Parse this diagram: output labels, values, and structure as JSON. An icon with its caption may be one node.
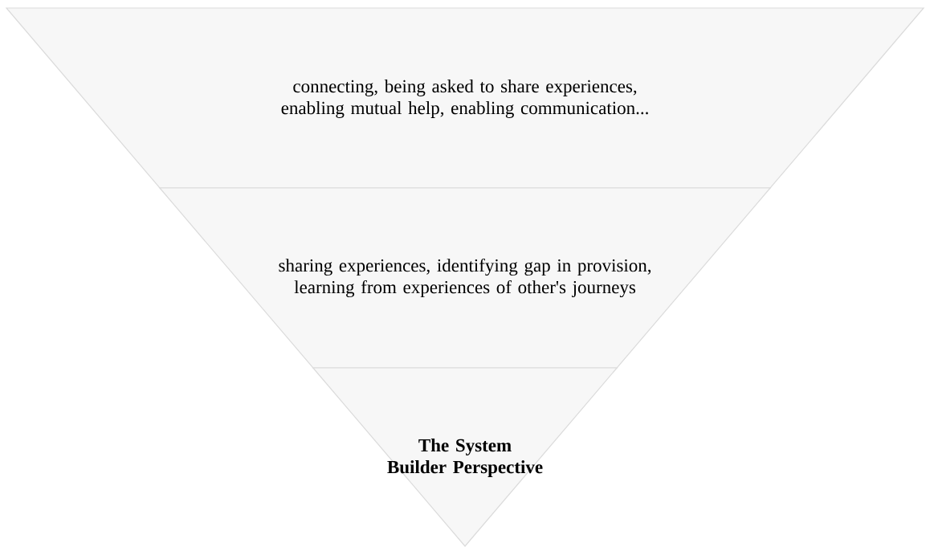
{
  "diagram": {
    "nodes": [
      {
        "text": [
          "connecting, being asked to share experiences, enabling mutual help, enabling communication..."
        ]
      },
      {
        "text": [
          "sharing experiences, identifying gap in provision, learning from experiences of other's journeys"
        ]
      },
      {
        "text": [
          "The System Builder Perspective"
        ]
      }
    ]
  }
}
